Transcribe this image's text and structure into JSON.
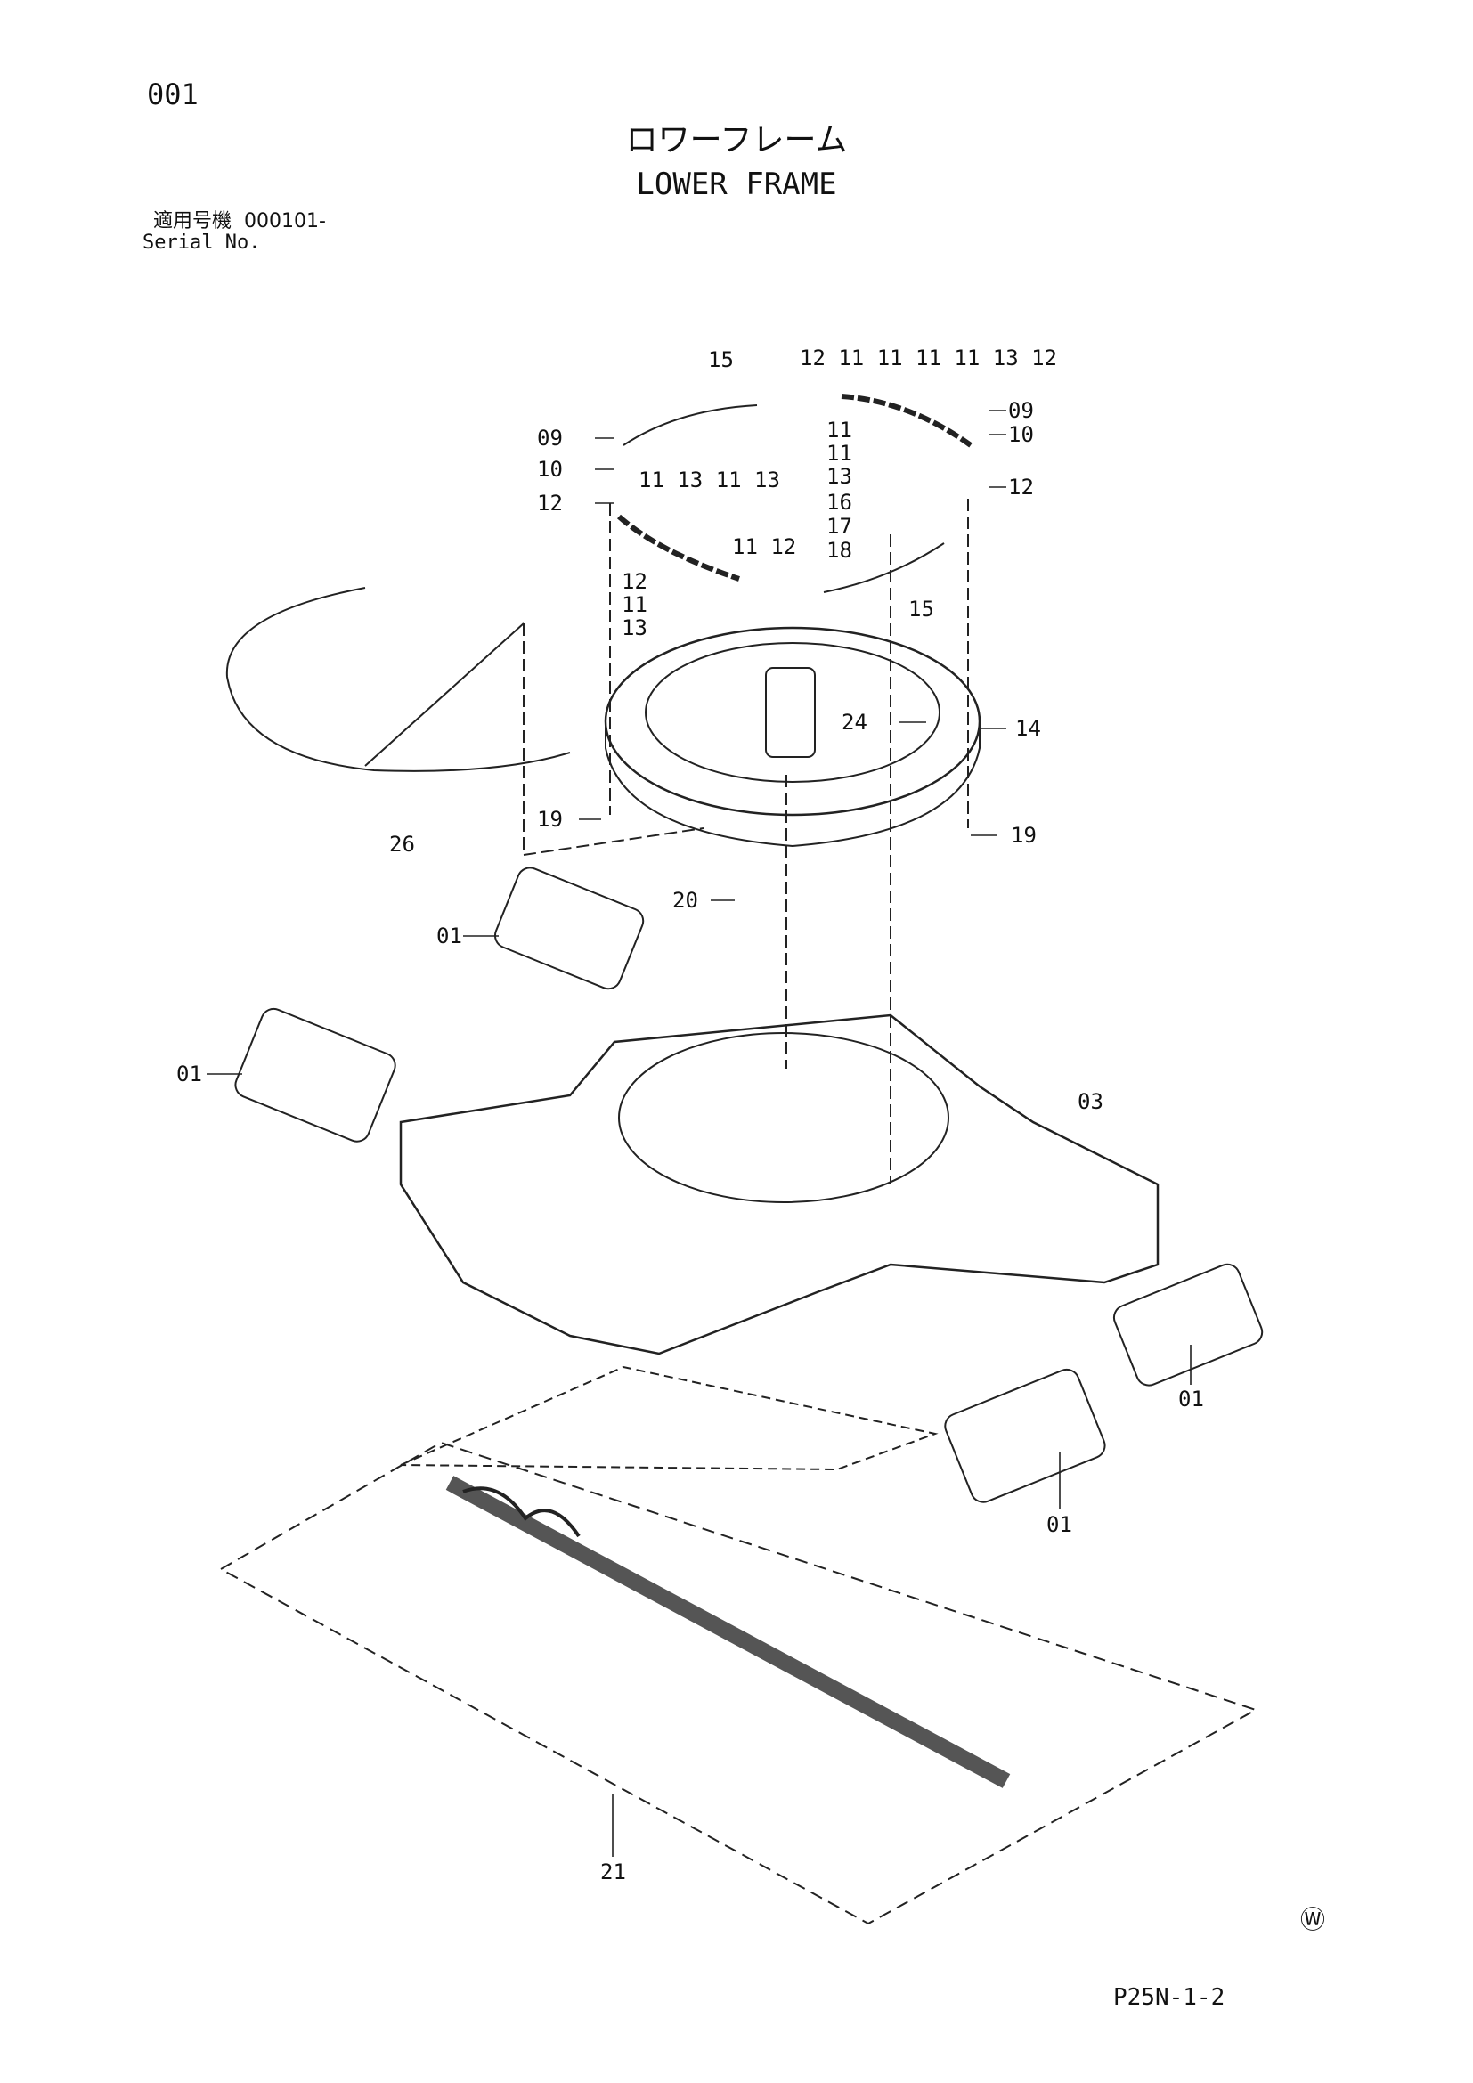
{
  "header": {
    "page_number": "001",
    "title_jp": "ロワーフレーム",
    "title_en": "LOWER FRAME",
    "serial_label_jp": "適用号機",
    "serial_value": "000101-",
    "serial_label_en": "Serial No."
  },
  "footer": {
    "mark": "Ⓦ",
    "doc_code": "P25N-1-2"
  },
  "callouts": {
    "c15a": "15",
    "c_top_row": "12 11 11 11 11 13 12",
    "c09a": "09",
    "c10a": "10",
    "c12a": "12",
    "c09b": "09",
    "c10b": "10",
    "c12b": "12",
    "c_mid_row": "11 13 11 13",
    "c11_12": "11 12",
    "c12c": "12",
    "c11c": "11",
    "c13c": "13",
    "c11d": "11",
    "c11e": "11",
    "c13d": "13",
    "c16": "16",
    "c17": "17",
    "c18": "18",
    "c15b": "15",
    "c24": "24",
    "c14": "14",
    "c19a": "19",
    "c19b": "19",
    "c26": "26",
    "c20": "20",
    "c01a": "01",
    "c01b": "01",
    "c03": "03",
    "c01c": "01",
    "c01d": "01",
    "c21": "21"
  }
}
